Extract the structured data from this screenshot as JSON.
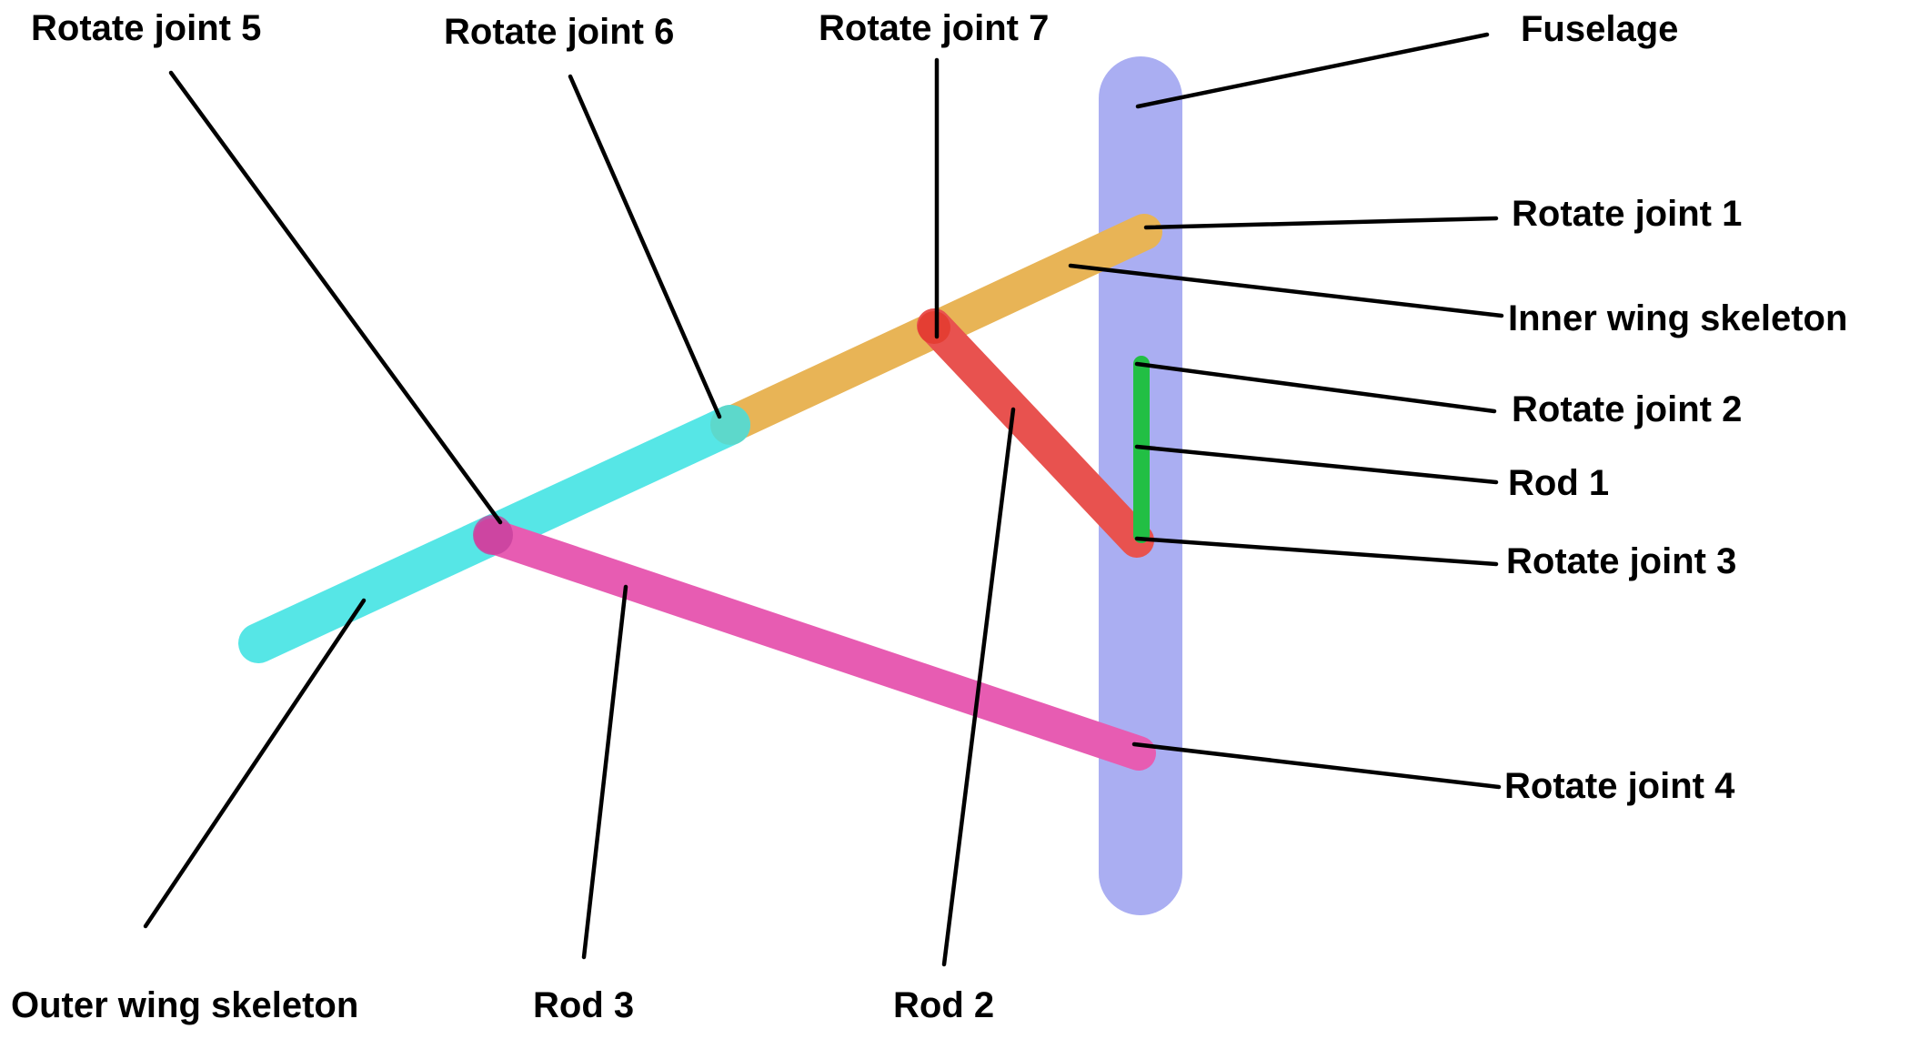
{
  "colors": {
    "fuselage": "#aaaef2",
    "inner_wing_skeleton": "#e8b456",
    "outer_wing_skeleton": "#56e6e6",
    "rod_1": "#22bf44",
    "rod_2": "#e8524f",
    "rod_3": "#e75cb2",
    "rotate_joint_5": "#c7409c",
    "rotate_joint_6": "#5ed6c8",
    "rotate_joint_7": "#e23a2c",
    "leader_line": "#000000",
    "label_text": "#000000"
  },
  "labels": {
    "fuselage": "Fuselage",
    "rotate_joint_1": "Rotate joint 1",
    "inner_wing_skeleton": "Inner wing skeleton",
    "rotate_joint_2": "Rotate joint 2",
    "rod_1": "Rod 1",
    "rotate_joint_3": "Rotate joint 3",
    "rotate_joint_4": "Rotate joint 4",
    "rotate_joint_5": "Rotate joint 5",
    "rotate_joint_6": "Rotate joint 6",
    "rotate_joint_7": "Rotate joint 7",
    "outer_wing_skeleton": "Outer wing skeleton",
    "rod_3": "Rod 3",
    "rod_2": "Rod 2"
  }
}
